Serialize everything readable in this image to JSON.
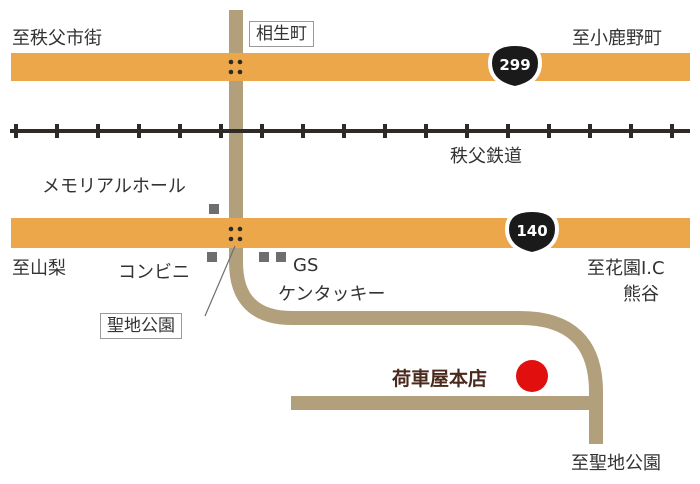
{
  "colors": {
    "main_road": "#eca74a",
    "local_road": "#b2a07c",
    "railway": "#2e2a26",
    "shop_dot": "#e20f0f",
    "facility": "#6e6e6e",
    "background": "#ffffff"
  },
  "labels": {
    "to_chichibu_shigai": "至秩父市街",
    "to_okashino": "至小鹿野町",
    "aioicho": "相生町",
    "chichibu_railway": "秩父鉄道",
    "memorial_hall": "メモリアルホール",
    "to_yamanashi": "至山梨",
    "convenience_store": "コンビニ",
    "gs": "GS",
    "kentucky": "ケンタッキー",
    "to_hanazono_ic": "至花園I.C",
    "kumagaya": "熊谷",
    "seichi_koen": "聖地公園",
    "shop_name": "荷車屋本店",
    "to_seichi_koen": "至聖地公園"
  },
  "route_shields": {
    "upper": "299",
    "lower": "140"
  }
}
